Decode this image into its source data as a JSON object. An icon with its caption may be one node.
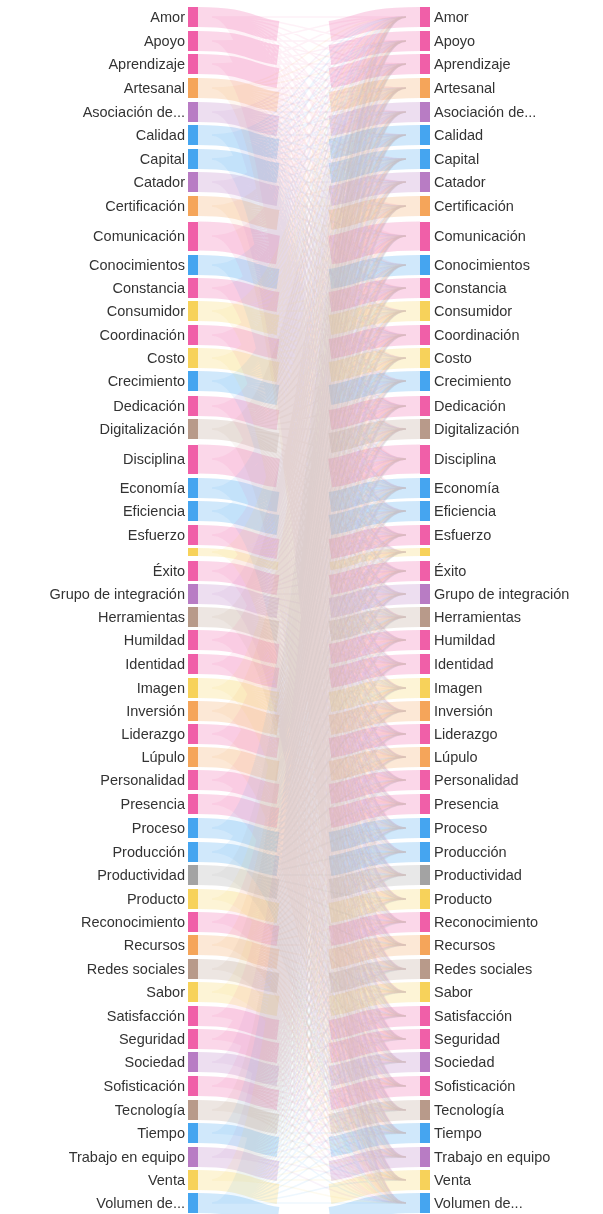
{
  "diagram": {
    "nodes": [
      {
        "text": [
          "Amor"
        ]
      },
      {
        "text": [
          "Apoyo"
        ]
      },
      {
        "text": [
          "Aprendizaje"
        ]
      },
      {
        "text": [
          "Artesanal"
        ]
      },
      {
        "text": [
          "Asociación de..."
        ]
      },
      {
        "text": [
          "Calidad"
        ]
      },
      {
        "text": [
          "Capital"
        ]
      },
      {
        "text": [
          "Catador"
        ]
      },
      {
        "text": [
          "Certificación"
        ]
      },
      {
        "text": [
          "Comunicación"
        ]
      },
      {
        "text": [
          "Conocimientos"
        ]
      },
      {
        "text": [
          "Constancia"
        ]
      },
      {
        "text": [
          "Consumidor"
        ]
      },
      {
        "text": [
          "Coordinación"
        ]
      },
      {
        "text": [
          "Costo"
        ]
      },
      {
        "text": [
          "Crecimiento"
        ]
      },
      {
        "text": [
          "Dedicación"
        ]
      },
      {
        "text": [
          "Digitalización"
        ]
      },
      {
        "text": [
          "Disciplina"
        ]
      },
      {
        "text": [
          "Economía"
        ]
      },
      {
        "text": [
          "Eficiencia"
        ]
      },
      {
        "text": [
          "Esfuerzo"
        ]
      },
      {
        "text": [],
        "shape": "bar"
      },
      {
        "text": [
          "Éxito"
        ]
      },
      {
        "text": [
          "Grupo de integración"
        ]
      },
      {
        "text": [
          "Herramientas"
        ]
      },
      {
        "text": [
          "Humildad"
        ]
      },
      {
        "text": [
          "Identidad"
        ]
      },
      {
        "text": [
          "Imagen"
        ]
      },
      {
        "text": [
          "Inversión"
        ]
      },
      {
        "text": [
          "Liderazgo"
        ]
      },
      {
        "text": [
          "Lúpulo"
        ]
      },
      {
        "text": [
          "Personalidad"
        ]
      },
      {
        "text": [
          "Presencia"
        ]
      },
      {
        "text": [
          "Proceso"
        ]
      },
      {
        "text": [
          "Producción"
        ]
      },
      {
        "text": [
          "Productividad"
        ]
      },
      {
        "text": [
          "Producto"
        ]
      },
      {
        "text": [
          "Reconocimiento"
        ]
      },
      {
        "text": [
          "Recursos"
        ]
      },
      {
        "text": [
          "Redes sociales"
        ]
      },
      {
        "text": [
          "Sabor"
        ]
      },
      {
        "text": [
          "Satisfacción"
        ]
      },
      {
        "text": [
          "Seguridad"
        ]
      },
      {
        "text": [
          "Sociedad"
        ]
      },
      {
        "text": [
          "Sofisticación"
        ]
      },
      {
        "text": [
          "Tecnología"
        ]
      },
      {
        "text": [
          "Tiempo"
        ]
      },
      {
        "text": [
          "Trabajo en equipo"
        ]
      },
      {
        "text": [
          "Venta"
        ]
      },
      {
        "text": [
          "Volumen de..."
        ]
      },
      {
        "text": [
          "Amor"
        ]
      },
      {
        "text": [
          "Apoyo"
        ]
      },
      {
        "text": [
          "Aprendizaje"
        ]
      },
      {
        "text": [
          "Artesanal"
        ]
      },
      {
        "text": [
          "Asociación de..."
        ]
      },
      {
        "text": [
          "Calidad"
        ]
      },
      {
        "text": [
          "Capital"
        ]
      },
      {
        "text": [
          "Catador"
        ]
      },
      {
        "text": [
          "Certificación"
        ]
      },
      {
        "text": [
          "Comunicación"
        ]
      },
      {
        "text": [
          "Conocimientos"
        ]
      },
      {
        "text": [
          "Constancia"
        ]
      },
      {
        "text": [
          "Consumidor"
        ]
      },
      {
        "text": [
          "Coordinación"
        ]
      },
      {
        "text": [
          "Costo"
        ]
      },
      {
        "text": [
          "Crecimiento"
        ]
      },
      {
        "text": [
          "Dedicación"
        ]
      },
      {
        "text": [
          "Digitalización"
        ]
      },
      {
        "text": [
          "Disciplina"
        ]
      },
      {
        "text": [
          "Economía"
        ]
      },
      {
        "text": [
          "Eficiencia"
        ]
      },
      {
        "text": [
          "Esfuerzo"
        ]
      },
      {
        "text": [],
        "shape": "bar"
      },
      {
        "text": [
          "Éxito"
        ]
      },
      {
        "text": [
          "Grupo de integración"
        ]
      },
      {
        "text": [
          "Herramientas"
        ]
      },
      {
        "text": [
          "Humildad"
        ]
      },
      {
        "text": [
          "Identidad"
        ]
      },
      {
        "text": [
          "Imagen"
        ]
      },
      {
        "text": [
          "Inversión"
        ]
      },
      {
        "text": [
          "Liderazgo"
        ]
      },
      {
        "text": [
          "Lúpulo"
        ]
      },
      {
        "text": [
          "Personalidad"
        ]
      },
      {
        "text": [
          "Presencia"
        ]
      },
      {
        "text": [
          "Proceso"
        ]
      },
      {
        "text": [
          "Producción"
        ]
      },
      {
        "text": [
          "Productividad"
        ]
      },
      {
        "text": [
          "Producto"
        ]
      },
      {
        "text": [
          "Reconocimiento"
        ]
      },
      {
        "text": [
          "Recursos"
        ]
      },
      {
        "text": [
          "Redes sociales"
        ]
      },
      {
        "text": [
          "Sabor"
        ]
      },
      {
        "text": [
          "Satisfacción"
        ]
      },
      {
        "text": [
          "Seguridad"
        ]
      },
      {
        "text": [
          "Sociedad"
        ]
      },
      {
        "text": [
          "Sofisticación"
        ]
      },
      {
        "text": [
          "Tecnología"
        ]
      },
      {
        "text": [
          "Tiempo"
        ]
      },
      {
        "text": [
          "Trabajo en equipo"
        ]
      },
      {
        "text": [
          "Venta"
        ]
      },
      {
        "text": [
          "Volumen de..."
        ]
      }
    ]
  }
}
